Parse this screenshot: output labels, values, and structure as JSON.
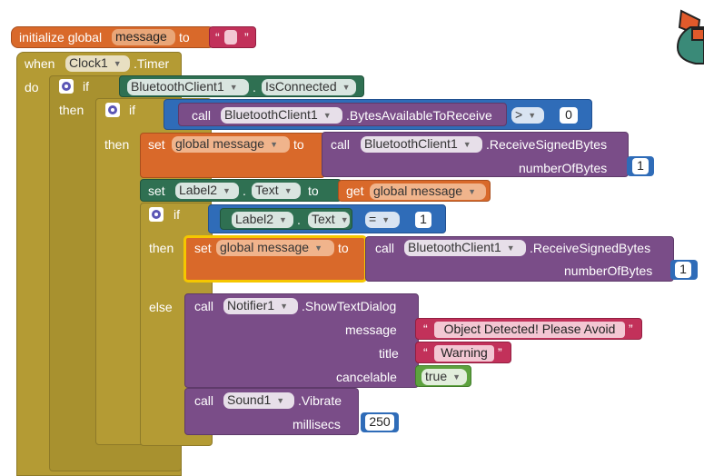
{
  "init": {
    "keyword": "initialize global",
    "name": "message",
    "to": "to",
    "open_quote": "“",
    "close_quote": "”"
  },
  "event": {
    "when": "when",
    "component": "Clock1",
    "event": ".Timer",
    "do": "do"
  },
  "if1": {
    "keyword": "if",
    "then": "then",
    "component": "BluetoothClient1",
    "dot": ".",
    "property": "IsConnected"
  },
  "if2": {
    "keyword": "if",
    "then": "then",
    "call": "call",
    "component": "BluetoothClient1",
    "method": ".BytesAvailableToReceive",
    "operator": ">",
    "value": "0"
  },
  "set1": {
    "set": "set",
    "var": "global message",
    "to": "to",
    "call": "call",
    "component": "BluetoothClient1",
    "method": ".ReceiveSignedBytes",
    "param": "numberOfBytes",
    "param_value": "1"
  },
  "set2": {
    "set": "set",
    "component": "Label2",
    "dot": ".",
    "property": "Text",
    "to": "to",
    "get": "get",
    "var": "global message"
  },
  "if3": {
    "keyword": "if",
    "then": "then",
    "else": "else",
    "component": "Label2",
    "dot": ".",
    "property": "Text",
    "operator": "=",
    "value": "1"
  },
  "set3": {
    "set": "set",
    "var": "global message",
    "to": "to",
    "call": "call",
    "component": "BluetoothClient1",
    "method": ".ReceiveSignedBytes",
    "param": "numberOfBytes",
    "param_value": "1"
  },
  "dialog": {
    "call": "call",
    "component": "Notifier1",
    "method": ".ShowTextDialog",
    "message_label": "message",
    "message_value": "Object Detected! Please Avoid",
    "title_label": "title",
    "title_value": "Warning",
    "cancelable_label": "cancelable",
    "cancelable_value": "true",
    "open_quote": "“",
    "close_quote": "”"
  },
  "vibrate": {
    "call": "call",
    "component": "Sound1",
    "method": ".Vibrate",
    "param": "millisecs",
    "value": "250"
  },
  "colors": {
    "control": "#b49b34",
    "variable": "#d9692a",
    "component": "#7a4d88",
    "property": "#2f7052",
    "logic": "#2f6cb8",
    "text": "#c2315a",
    "boolean": "#5da23e"
  },
  "icons": {
    "backpack": "backpack-icon",
    "mutator": "gear-icon"
  }
}
